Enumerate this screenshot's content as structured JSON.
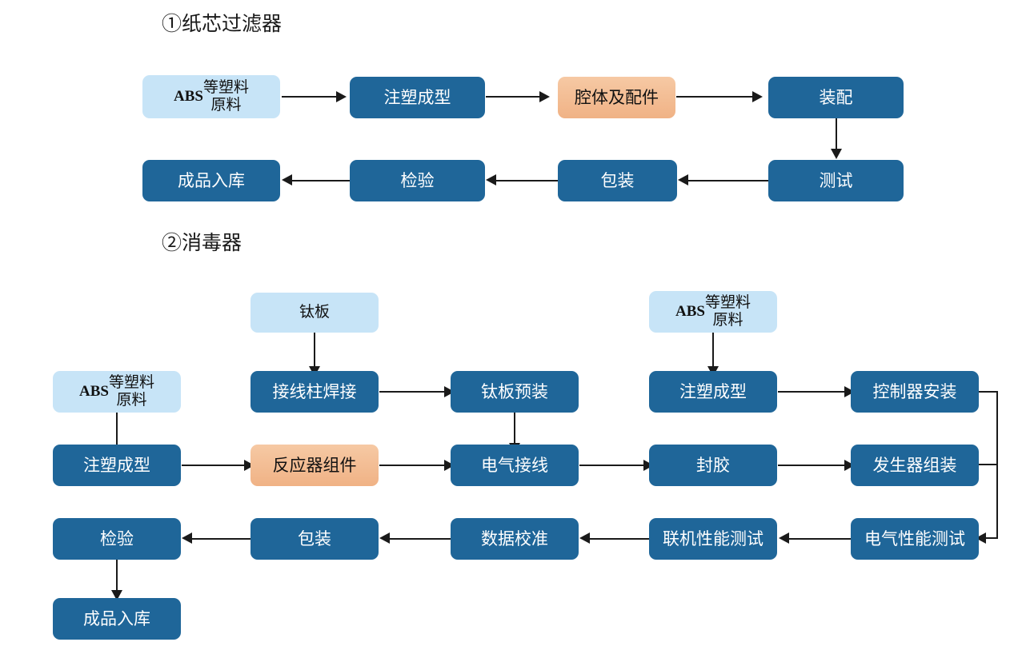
{
  "document": {
    "type": "process-flow-diagram",
    "background_color": "#FFFFFF",
    "palette": {
      "process_box": "#1F6699",
      "source_box": "#C7E4F7",
      "material_box": "#F2B98A",
      "connector": "#1A1A1A",
      "process_text": "#FFFFFF",
      "source_text": "#111111"
    }
  },
  "sections": [
    {
      "id": "section-1",
      "title": "①纸芯过滤器",
      "nodes": [
        {
          "id": "s1-n1",
          "label": "ABS等塑料\n原料",
          "kind": "source"
        },
        {
          "id": "s1-n2",
          "label": "注塑成型",
          "kind": "process"
        },
        {
          "id": "s1-n3",
          "label": "腔体及配件",
          "kind": "material"
        },
        {
          "id": "s1-n4",
          "label": "装配",
          "kind": "process"
        },
        {
          "id": "s1-n5",
          "label": "测试",
          "kind": "process"
        },
        {
          "id": "s1-n6",
          "label": "包装",
          "kind": "process"
        },
        {
          "id": "s1-n7",
          "label": "检验",
          "kind": "process"
        },
        {
          "id": "s1-n8",
          "label": "成品入库",
          "kind": "process"
        }
      ]
    },
    {
      "id": "section-2",
      "title": "②消毒器",
      "nodes": [
        {
          "id": "s2-n1",
          "label": "钛板",
          "kind": "source"
        },
        {
          "id": "s2-n2",
          "label": "ABS等塑料\n原料",
          "kind": "source"
        },
        {
          "id": "s2-n3",
          "label": "ABS等塑料\n原料",
          "kind": "source"
        },
        {
          "id": "s2-n4",
          "label": "接线柱焊接",
          "kind": "process"
        },
        {
          "id": "s2-n5",
          "label": "钛板预装",
          "kind": "process"
        },
        {
          "id": "s2-n6",
          "label": "注塑成型",
          "kind": "process"
        },
        {
          "id": "s2-n7",
          "label": "控制器安装",
          "kind": "process"
        },
        {
          "id": "s2-n8",
          "label": "注塑成型",
          "kind": "process"
        },
        {
          "id": "s2-n9",
          "label": "反应器组件",
          "kind": "material"
        },
        {
          "id": "s2-n10",
          "label": "电气接线",
          "kind": "process"
        },
        {
          "id": "s2-n11",
          "label": "封胶",
          "kind": "process"
        },
        {
          "id": "s2-n12",
          "label": "发生器组装",
          "kind": "process"
        },
        {
          "id": "s2-n13",
          "label": "检验",
          "kind": "process"
        },
        {
          "id": "s2-n14",
          "label": "包装",
          "kind": "process"
        },
        {
          "id": "s2-n15",
          "label": "数据校准",
          "kind": "process"
        },
        {
          "id": "s2-n16",
          "label": "联机性能测试",
          "kind": "process"
        },
        {
          "id": "s2-n17",
          "label": "电气性能测试",
          "kind": "process"
        },
        {
          "id": "s2-n18",
          "label": "成品入库",
          "kind": "process"
        }
      ]
    }
  ]
}
